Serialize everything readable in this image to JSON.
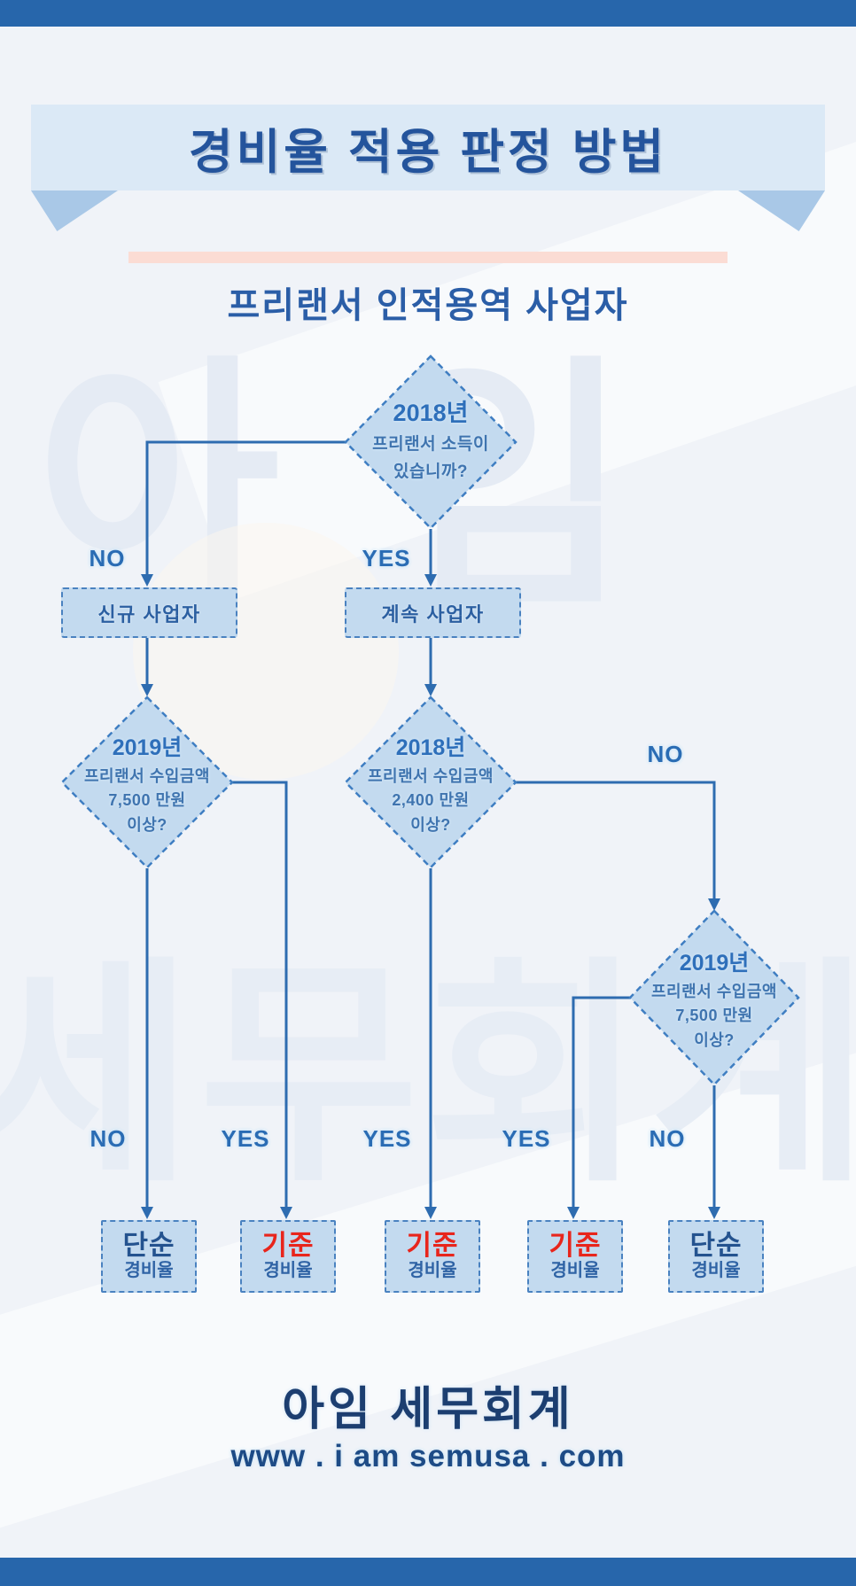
{
  "header": {
    "title": "경비율 적용 판정 방법",
    "subtitle": "프리랜서 인적용역 사업자"
  },
  "watermark": {
    "line1": "아임",
    "line2": "세무회계"
  },
  "flow": {
    "diamond1": {
      "year": "2018년",
      "line2": "프리랜서 소득이",
      "line3": "있습니까?"
    },
    "label_no1": "NO",
    "label_yes1": "YES",
    "box_new": "신규 사업자",
    "box_cont": "계속 사업자",
    "diamond2": {
      "year": "2019년",
      "line2": "프리랜서 수입금액",
      "line3": "7,500 만원",
      "line4": "이상?"
    },
    "diamond3": {
      "year": "2018년",
      "line2": "프리랜서 수입금액",
      "line3": "2,400 만원",
      "line4": "이상?"
    },
    "diamond4": {
      "year": "2019년",
      "line2": "프리랜서 수입금액",
      "line3": "7,500 만원",
      "line4": "이상?"
    },
    "label_no2": "NO",
    "label_no3": "NO",
    "label_yes2": "YES",
    "label_yes3": "YES",
    "label_yes4": "YES",
    "label_no4": "NO",
    "results": [
      {
        "main": "단순",
        "sub": "경비율"
      },
      {
        "main": "기준",
        "sub": "경비율"
      },
      {
        "main": "기준",
        "sub": "경비율"
      },
      {
        "main": "기준",
        "sub": "경비율"
      },
      {
        "main": "단순",
        "sub": "경비율"
      }
    ]
  },
  "footer": {
    "brand": "아임 세무회계",
    "url": "www . i am semusa . com"
  },
  "colors": {
    "bar_blue": "#2766ab",
    "banner_bg": "#dbe9f6",
    "node_fill": "#c3daef",
    "node_border": "#4a82c0",
    "line_blue": "#2e6cb0",
    "result_red": "#e8251c",
    "title_blue": "#24549c",
    "pink_accent": "#fbdcd4"
  }
}
